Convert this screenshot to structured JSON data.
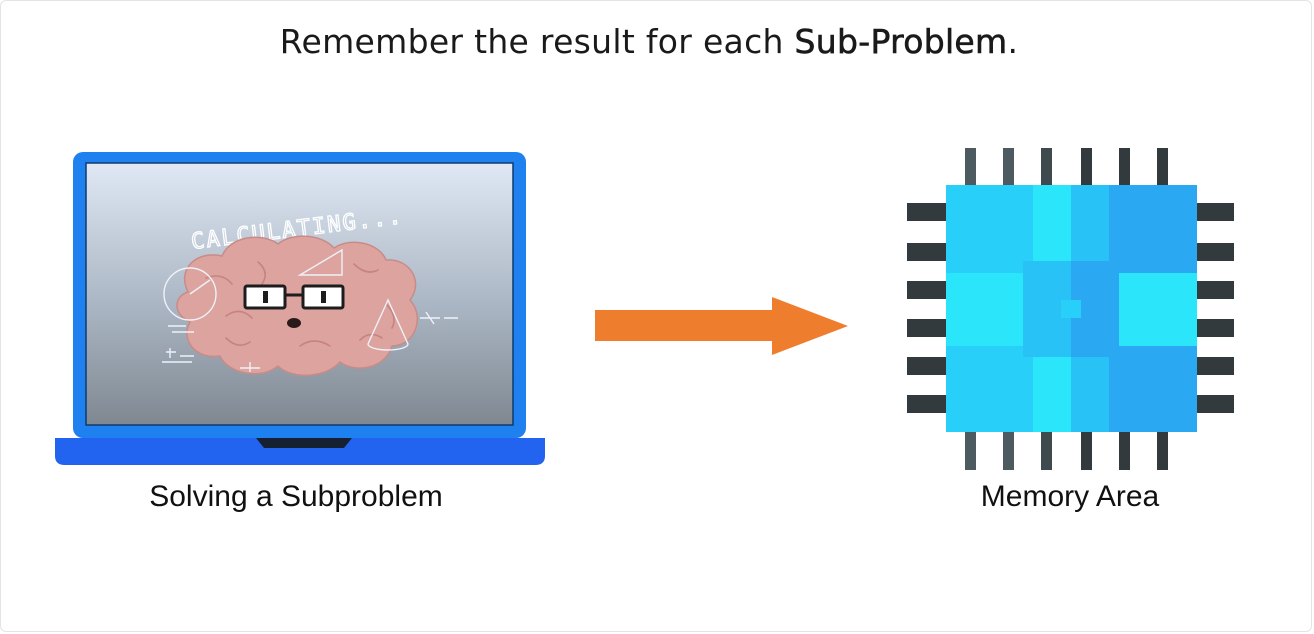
{
  "title": {
    "prefix": "Remember the result for each ",
    "emphasis": "Sub-Problem",
    "suffix": "."
  },
  "laptop": {
    "caption": "Solving a Subproblem",
    "screen_text": "CALCULATING..."
  },
  "memory": {
    "caption": "Memory Area"
  },
  "colors": {
    "laptop_body": "#1f80f0",
    "laptop_base": "#2264f0",
    "arrow": "#ef7d2e",
    "chip_light": "#2be6fa",
    "chip_mid": "#28cff8",
    "chip_dark": "#2aa8f2",
    "pin_dark": "#333a3d"
  }
}
